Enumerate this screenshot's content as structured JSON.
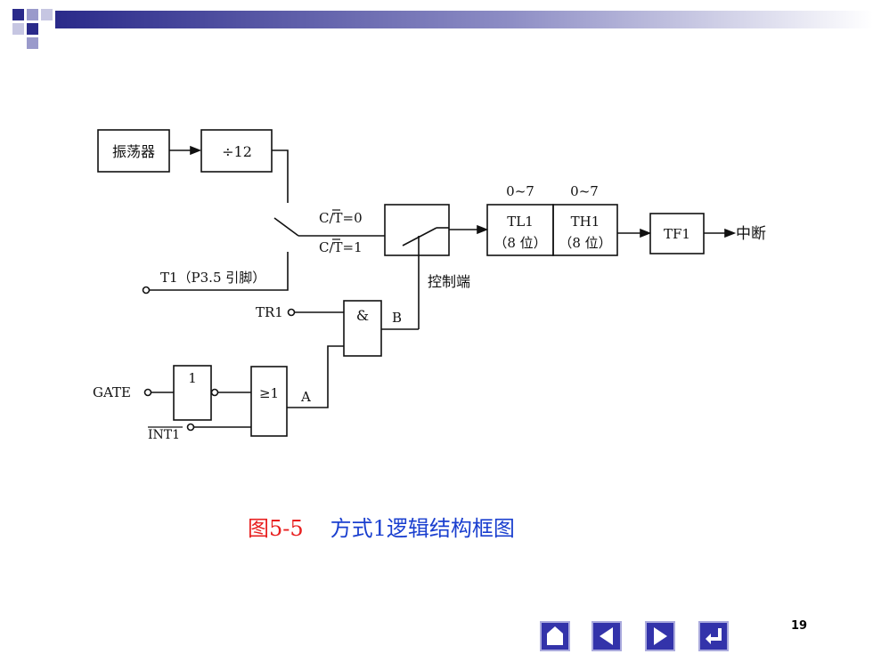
{
  "diagram": {
    "blocks": {
      "oscillator": "振荡器",
      "divider": "÷12",
      "tl1_range": "0~7",
      "th1_range": "0~7",
      "tl1_name": "TL1",
      "tl1_bits": "（8 位）",
      "th1_name": "TH1",
      "th1_bits": "（8 位）",
      "tf1": "TF1",
      "interrupt": "中断",
      "and_gate": "&",
      "not_gate": "1",
      "or_gate": "≥1"
    },
    "labels": {
      "ct_counter": "C/T=0",
      "ct_timer": "C/T=1",
      "t1_pin": "T1（P3.5 引脚）",
      "control": "控制端",
      "tr1": "TR1",
      "gate": "GATE",
      "int1": "INT1",
      "node_b": "B",
      "node_a": "A"
    }
  },
  "caption": {
    "figure_no": "图5-5",
    "title": "方式1逻辑结构框图"
  },
  "page_number": "19",
  "nav_icons": [
    "home-icon",
    "prev-icon",
    "next-icon",
    "return-icon"
  ],
  "colors": {
    "caption_red": "#e82020",
    "caption_blue": "#1a3fcf",
    "nav_blue": "#3333aa",
    "bar_blue": "#2e2e90"
  }
}
